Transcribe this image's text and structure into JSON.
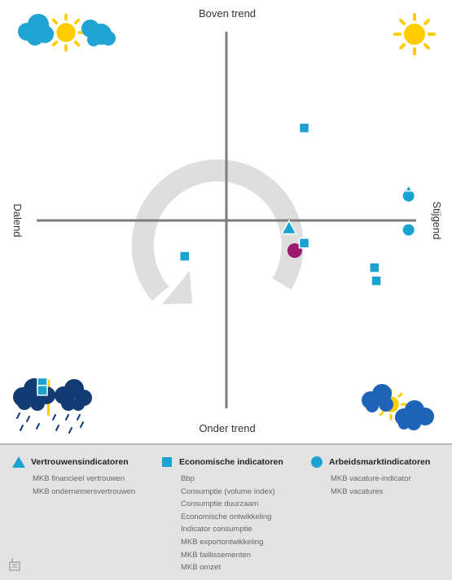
{
  "chart_data": {
    "type": "scatter",
    "axis_labels": {
      "top": "Boven trend",
      "bottom": "Onder trend",
      "left": "Dalend",
      "right": "Stijgend"
    },
    "xlim": [
      -1,
      1
    ],
    "ylim": [
      -1,
      1
    ],
    "points": [
      {
        "category": "economisch",
        "shape": "square",
        "color": "#1aa3d0",
        "x": 0.41,
        "y": 0.49
      },
      {
        "category": "economisch",
        "shape": "square",
        "color": "#1aa3d0",
        "x": -0.22,
        "y": -0.19
      },
      {
        "category": "economisch",
        "shape": "square",
        "color": "#1aa3d0",
        "x": 0.41,
        "y": -0.12
      },
      {
        "category": "economisch",
        "shape": "square",
        "color": "#1aa3d0",
        "x": 0.78,
        "y": -0.25
      },
      {
        "category": "economisch",
        "shape": "square",
        "color": "#1aa3d0",
        "x": 0.79,
        "y": -0.32
      },
      {
        "category": "economisch",
        "shape": "square",
        "color": "#1aa3d0",
        "x": -0.97,
        "y": -0.86
      },
      {
        "category": "economisch",
        "shape": "square",
        "color": "#1aa3d0",
        "x": -0.97,
        "y": -0.9
      },
      {
        "category": "vertrouwen",
        "shape": "triangle",
        "color": "#1aa3d0",
        "x": 0.33,
        "y": -0.04
      },
      {
        "category": "vertrouwen",
        "shape": "triangle",
        "color": "#1aa3d0",
        "x": 0.96,
        "y": 0.17
      },
      {
        "category": "arbeidsmarkt",
        "shape": "circle",
        "color": "#1aa3d0",
        "x": 0.96,
        "y": 0.13
      },
      {
        "category": "arbeidsmarkt",
        "shape": "circle",
        "color": "#1aa3d0",
        "x": 0.96,
        "y": -0.05
      },
      {
        "category": "overall",
        "shape": "circle",
        "color": "#9c1a6e",
        "x": 0.36,
        "y": -0.16
      }
    ]
  },
  "legend": {
    "vertrouwen": {
      "title": "Vertrouwensindicatoren",
      "items": [
        "MKB financieel vertrouwen",
        "MKB ondernemersvertrouwen"
      ]
    },
    "economisch": {
      "title": "Economische indicatoren",
      "items": [
        "Bbp",
        "Consumptie (volume index)",
        "Consumptie duurzaam",
        "Economische ontwikkeling",
        "Indicator consumptie",
        "MKB exportontwikkeling",
        "MKB faillissementen",
        "MKB omzet"
      ]
    },
    "arbeidsmarkt": {
      "title": "Arbeidsmarktindicatoren",
      "items": [
        "MKB vacature-indicator",
        "MKB vacatures"
      ]
    }
  },
  "colors": {
    "marker_blue": "#1aa3d0",
    "marker_purple": "#9c1a6e",
    "axis": "#7d7d7d",
    "arrow": "#dedede",
    "sun": "#ffcc00",
    "cloud_light": "#1fa4d4",
    "cloud_dark": "#123b74",
    "cloud_mid": "#1e63b8"
  },
  "icons": {
    "top_left": "sun-behind-clouds-icon",
    "top_right": "sun-icon",
    "bottom_left": "rain-cloud-icon",
    "bottom_right": "sun-behind-dark-clouds-icon",
    "bottom_logo": "logo-icon"
  }
}
